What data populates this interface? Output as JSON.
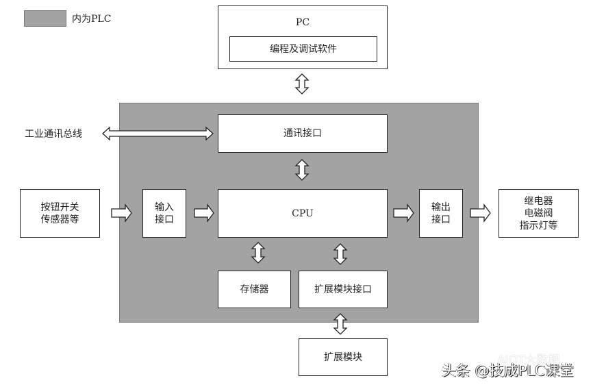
{
  "legend": {
    "label": "内为PLC",
    "swatch_color": "#a3a3a3"
  },
  "nodes": {
    "pc": {
      "title": "PC",
      "inner": "编程及调试软件"
    },
    "comm_interface": "通讯接口",
    "industrial_bus": "工业通讯总线",
    "inputs_external": [
      "按钮开关",
      "传感器等"
    ],
    "input_interface": [
      "输入",
      "接口"
    ],
    "cpu": "CPU",
    "output_interface": [
      "输出",
      "接口"
    ],
    "outputs_external": [
      "继电器",
      "电磁阀",
      "指示灯等"
    ],
    "memory": "存储器",
    "expansion_interface": "扩展模块接口",
    "expansion_module": "扩展模块"
  },
  "connections": [
    {
      "from": "pc",
      "to": "comm_interface",
      "direction": "bidirectional"
    },
    {
      "from": "industrial_bus",
      "to": "comm_interface",
      "direction": "bidirectional"
    },
    {
      "from": "comm_interface",
      "to": "cpu",
      "direction": "bidirectional"
    },
    {
      "from": "inputs_external",
      "to": "input_interface",
      "direction": "forward"
    },
    {
      "from": "input_interface",
      "to": "cpu",
      "direction": "forward"
    },
    {
      "from": "cpu",
      "to": "output_interface",
      "direction": "forward"
    },
    {
      "from": "output_interface",
      "to": "outputs_external",
      "direction": "forward"
    },
    {
      "from": "cpu",
      "to": "memory",
      "direction": "bidirectional"
    },
    {
      "from": "cpu",
      "to": "expansion_interface",
      "direction": "bidirectional"
    },
    {
      "from": "expansion_interface",
      "to": "expansion_module",
      "direction": "bidirectional"
    }
  ],
  "watermark": {
    "main": "头条 @技成PLC课堂",
    "sub": "AIOT大数据"
  }
}
